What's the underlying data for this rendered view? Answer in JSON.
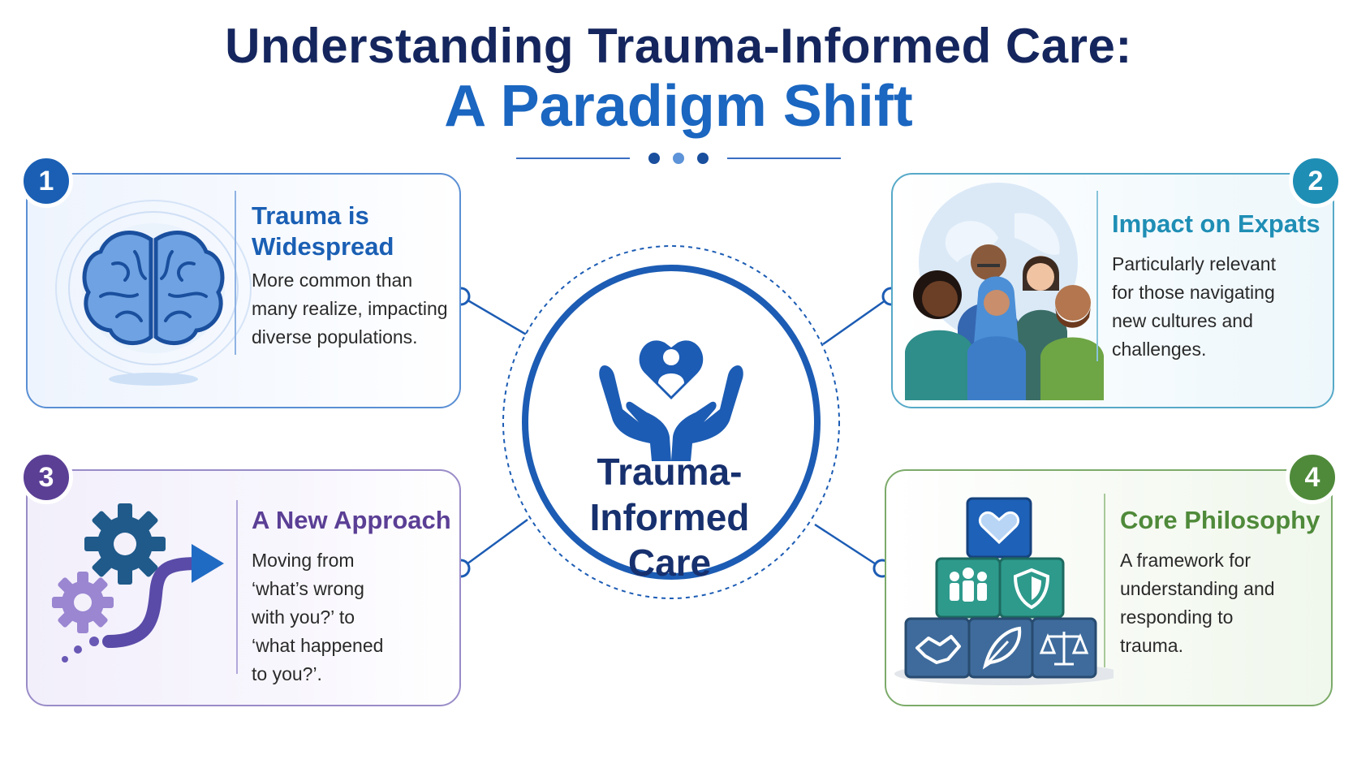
{
  "header": {
    "title_line1": "Understanding Trauma-Informed Care:",
    "title_line2": "A Paradigm Shift"
  },
  "center": {
    "label_line1": "Trauma-Informed",
    "label_line2": "Care",
    "icon": "heart-hands-icon"
  },
  "cards": [
    {
      "number": "1",
      "title_line1": "Trauma is",
      "title_line2": "Widespread",
      "body": [
        "More common than",
        "many realize, impacting",
        "diverse populations."
      ],
      "icon": "brain-icon",
      "accent": "#1a5fb4"
    },
    {
      "number": "2",
      "title_line1": "Impact on Expats",
      "body": [
        "Particularly relevant",
        "for those navigating",
        "new cultures and",
        "challenges."
      ],
      "icon": "people-globe-icon",
      "accent": "#1f8eb5"
    },
    {
      "number": "3",
      "title_line1": "A New Approach",
      "body": [
        "Moving from",
        "‘what’s wrong",
        "with you?’ to",
        "‘what happened",
        "to you?’."
      ],
      "icon": "gears-arrow-icon",
      "accent": "#5b3f95"
    },
    {
      "number": "4",
      "title_line1": "Core Philosophy",
      "body": [
        "A framework for",
        "understanding and",
        "responding to",
        "trauma."
      ],
      "icon": "value-blocks-icon",
      "accent": "#4f8a3a"
    }
  ],
  "colors": {
    "navy": "#15265e",
    "blue": "#1a66c0",
    "teal": "#1f8eb5",
    "purple": "#5b3f95",
    "green": "#4f8a3a"
  }
}
